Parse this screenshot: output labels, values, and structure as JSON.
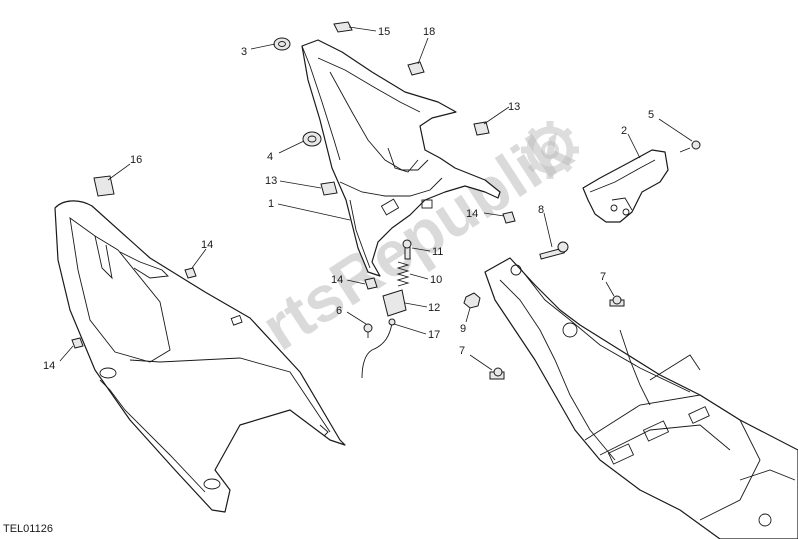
{
  "watermark": "PartsRepublik",
  "drawing_code": "TEL01126",
  "callouts": [
    {
      "id": "c15",
      "label": "15"
    },
    {
      "id": "c18",
      "label": "18"
    },
    {
      "id": "c3",
      "label": "3"
    },
    {
      "id": "c13a",
      "label": "13"
    },
    {
      "id": "c5",
      "label": "5"
    },
    {
      "id": "c2",
      "label": "2"
    },
    {
      "id": "c4",
      "label": "4"
    },
    {
      "id": "c16",
      "label": "16"
    },
    {
      "id": "c13b",
      "label": "13"
    },
    {
      "id": "c1",
      "label": "1"
    },
    {
      "id": "c14a",
      "label": "14"
    },
    {
      "id": "c8",
      "label": "8"
    },
    {
      "id": "c14b",
      "label": "14"
    },
    {
      "id": "c11",
      "label": "11"
    },
    {
      "id": "c14c",
      "label": "14"
    },
    {
      "id": "c10",
      "label": "10"
    },
    {
      "id": "c7a",
      "label": "7"
    },
    {
      "id": "c6",
      "label": "6"
    },
    {
      "id": "c12",
      "label": "12"
    },
    {
      "id": "c9",
      "label": "9"
    },
    {
      "id": "c14d",
      "label": "14"
    },
    {
      "id": "c17",
      "label": "17"
    },
    {
      "id": "c7b",
      "label": "7"
    }
  ]
}
